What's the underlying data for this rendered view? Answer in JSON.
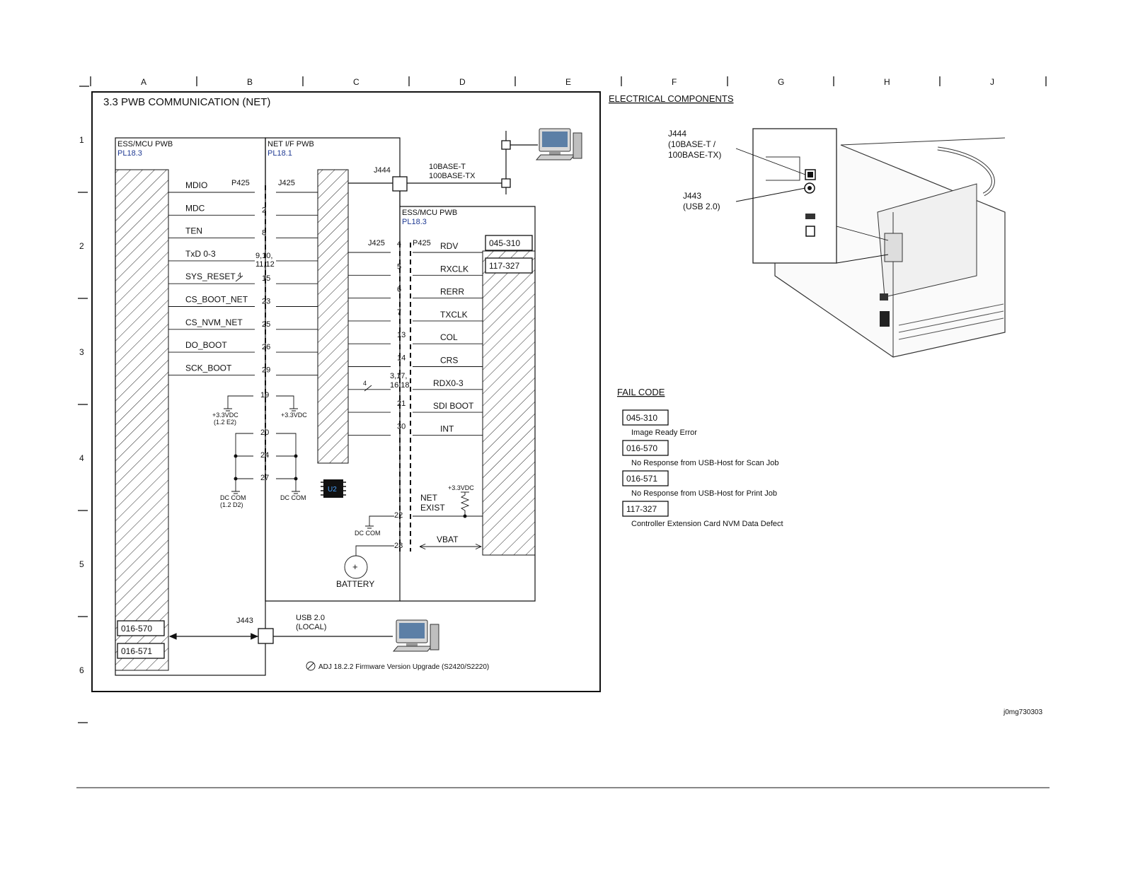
{
  "grid": {
    "columns": [
      "A",
      "B",
      "C",
      "D",
      "E",
      "F",
      "G",
      "H",
      "J"
    ],
    "rows": [
      "1",
      "2",
      "3",
      "4",
      "5",
      "6"
    ]
  },
  "diagram": {
    "title": "3.3 PWB COMMUNICATION (NET)",
    "boards": {
      "ess_left": {
        "name": "ESS/MCU PWB",
        "ref": "PL18.3"
      },
      "net_if": {
        "name": "NET I/F PWB",
        "ref": "PL18.1"
      },
      "ess_right": {
        "name": "ESS/MCU PWB",
        "ref": "PL18.3"
      }
    },
    "connectors": {
      "p425_left": "P425",
      "j425_left": "J425",
      "j425_right": "J425",
      "p425_right": "P425",
      "j444": "J444",
      "j443": "J443"
    },
    "left_signals": [
      {
        "name": "MDIO",
        "pin": ""
      },
      {
        "name": "MDC",
        "pin": "2"
      },
      {
        "name": "TEN",
        "pin": "8"
      },
      {
        "name": "TxD 0-3",
        "pin": "9,10,\n11,12"
      },
      {
        "name": "SYS_RESET",
        "pin": "15"
      },
      {
        "name": "CS_BOOT_NET",
        "pin": "23"
      },
      {
        "name": "CS_NVM_NET",
        "pin": "25"
      },
      {
        "name": "DO_BOOT",
        "pin": "26"
      },
      {
        "name": "SCK_BOOT",
        "pin": "29"
      }
    ],
    "left_extra_pins": [
      "19",
      "20",
      "24",
      "27"
    ],
    "right_signals": [
      {
        "name": "RDV",
        "pin": "4"
      },
      {
        "name": "RXCLK",
        "pin": "5"
      },
      {
        "name": "RERR",
        "pin": "6"
      },
      {
        "name": "TXCLK",
        "pin": "7"
      },
      {
        "name": "COL",
        "pin": "13"
      },
      {
        "name": "CRS",
        "pin": "14"
      },
      {
        "name": "RDX0-3",
        "pin": "3,17,\n16,18"
      },
      {
        "name": "SDI BOOT",
        "pin": "21"
      },
      {
        "name": "INT",
        "pin": "30"
      }
    ],
    "right_extra_pins": [
      "22",
      "28"
    ],
    "bus_width_marks": [
      "4",
      "4"
    ],
    "power": {
      "v33_left": "+3.3VDC",
      "v33_left_ref": "(1.2 E2)",
      "v33_mid": "+3.3VDC",
      "v33_net": "+3.3VDC",
      "dc_com_left": "DC COM",
      "dc_com_left_ref": "(1.2 D2)",
      "dc_com_mid": "DC COM",
      "dc_com_batt": "DC COM"
    },
    "net_exist": "NET\nEXIST",
    "vbat": "VBAT",
    "battery": "BATTERY",
    "battery_sign": "+",
    "network": "10BASE-T\n100BASE-TX",
    "usb": "USB 2.0\n(LOCAL)",
    "chip_label": "U2",
    "fail_tags": {
      "rdv": "045-310",
      "rxclk": "117-327",
      "usb_scan": "016-570",
      "usb_print": "016-571"
    },
    "footnote": "ADJ 18.2.2 Firmware Version Upgrade (S2420/S2220)"
  },
  "electrical_components": {
    "heading": "ELECTRICAL COMPONENTS",
    "j444_label": "J444\n(10BASE-T /\n100BASE-TX)",
    "j443_label": "J443\n(USB 2.0)"
  },
  "fail_code": {
    "heading": "FAIL CODE",
    "items": [
      {
        "code": "045-310",
        "desc": "Image Ready Error"
      },
      {
        "code": "016-570",
        "desc": "No Response from USB-Host for Scan Job"
      },
      {
        "code": "016-571",
        "desc": "No Response from USB-Host for Print Job"
      },
      {
        "code": "117-327",
        "desc": "Controller Extension Card NVM Data Defect"
      }
    ]
  },
  "image_id": "j0mg730303"
}
